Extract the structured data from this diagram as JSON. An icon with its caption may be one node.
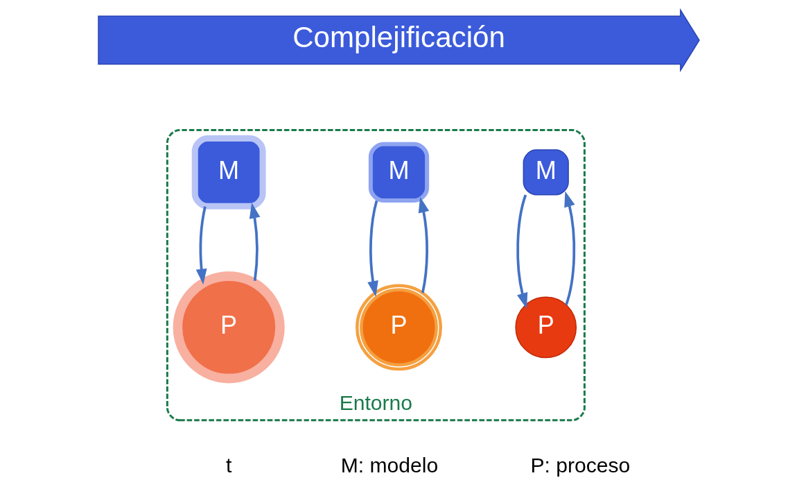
{
  "diagram": {
    "nodes": [
      {
        "text": [
          "Entorno"
        ]
      },
      {
        "text": [
          "Complejificación"
        ]
      },
      {
        "text": [
          "M"
        ],
        "in": 0
      },
      {
        "text": [
          "P"
        ],
        "in": 0
      },
      {
        "text": [
          "M"
        ],
        "in": 0
      },
      {
        "text": [
          "P"
        ],
        "in": 0
      },
      {
        "text": [
          "M"
        ],
        "in": 0
      },
      {
        "text": [
          "P"
        ],
        "in": 0
      }
    ],
    "edges": [
      {
        "from": 2,
        "to": 3,
        "arrow": "to"
      },
      {
        "from": 3,
        "to": 2,
        "arrow": "to"
      },
      {
        "from": 4,
        "to": 5,
        "arrow": "to"
      },
      {
        "from": 5,
        "to": 4,
        "arrow": "to"
      },
      {
        "from": 6,
        "to": 7,
        "arrow": "to"
      },
      {
        "from": 7,
        "to": 6,
        "arrow": "to"
      }
    ],
    "labels": [
      "t",
      "M: modelo",
      "P: proceso"
    ]
  }
}
